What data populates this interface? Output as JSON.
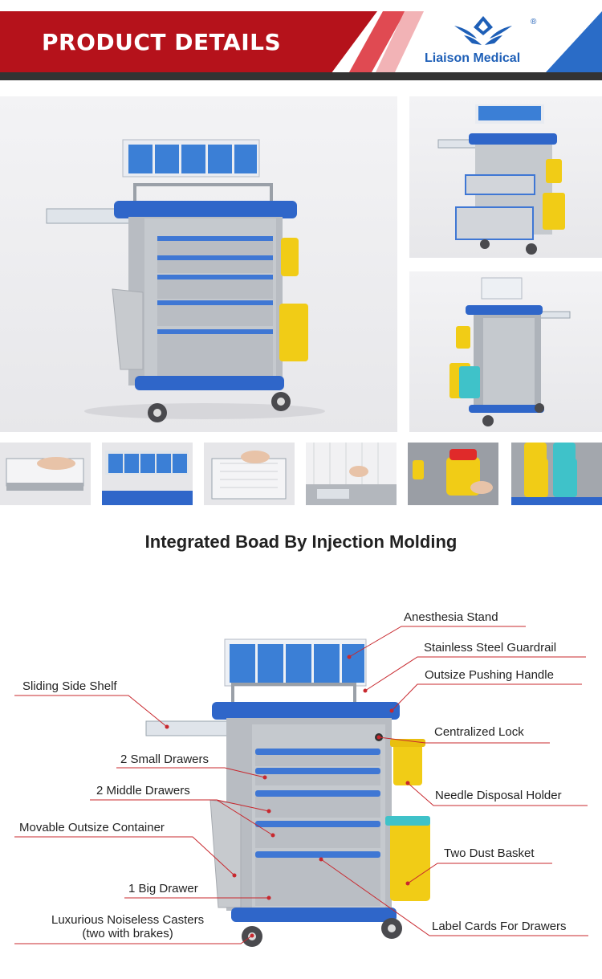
{
  "header": {
    "title": "PRODUCT DETAILS",
    "logo_text": "Liaison Medical",
    "logo_registered": "®",
    "brand_colors": {
      "red": "#b5121b",
      "blue": "#2a6cc7"
    }
  },
  "section": {
    "title": "Integrated Boad By Injection Molding"
  },
  "labels": {
    "anesthesia_stand": "Anesthesia Stand",
    "guardrail": "Stainless Steel Guardrail",
    "pushing_handle": "Outsize Pushing Handle",
    "side_shelf": "Sliding Side Shelf",
    "lock": "Centralized Lock",
    "small_drawers": "2 Small Drawers",
    "middle_drawers": "2 Middle Drawers",
    "needle_holder": "Needle Disposal Holder",
    "container": "Movable Outsize Container",
    "dust_basket": "Two Dust Basket",
    "big_drawer": "1 Big Drawer",
    "casters_line1": "Luxurious Noiseless Casters",
    "casters_line2": "(two with brakes)",
    "label_cards": "Label Cards For Drawers"
  }
}
